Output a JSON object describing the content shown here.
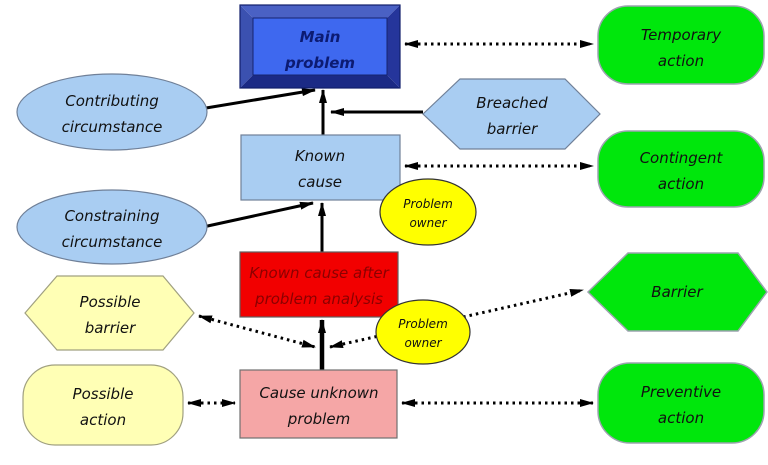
{
  "diagram": {
    "nodes": {
      "main_problem": {
        "line1": "Main",
        "line2": "problem"
      },
      "temporary_action": {
        "line1": "Temporary",
        "line2": "action"
      },
      "contributing_circumstance": {
        "line1": "Contributing",
        "line2": "circumstance"
      },
      "breached_barrier": {
        "line1": "Breached",
        "line2": "barrier"
      },
      "known_cause": {
        "line1": "Known",
        "line2": "cause"
      },
      "contingent_action": {
        "line1": "Contingent",
        "line2": "action"
      },
      "constraining_circumstance": {
        "line1": "Constraining",
        "line2": "circumstance"
      },
      "problem_owner_upper": {
        "line1": "Problem",
        "line2": "owner"
      },
      "known_cause_after": {
        "line1": "Known cause after",
        "line2": "problem analysis"
      },
      "possible_barrier": {
        "line1": "Possible",
        "line2": "barrier"
      },
      "problem_owner_lower": {
        "line1": "Problem",
        "line2": "owner"
      },
      "barrier": {
        "line1": "Barrier"
      },
      "possible_action": {
        "line1": "Possible",
        "line2": "action"
      },
      "cause_unknown_problem": {
        "line1": "Cause unknown",
        "line2": "problem"
      },
      "preventive_action": {
        "line1": "Preventive",
        "line2": "action"
      }
    },
    "colors": {
      "main_problem_fill": "#3e68ef",
      "main_problem_frame": "#2b3e9f",
      "light_blue": "#a9cdf2",
      "green": "#00e70c",
      "yellow": "#ffff00",
      "pale_yellow": "#ffffb5",
      "red": "#f20000",
      "red_text": "#8b0000",
      "salmon": "#f5a6a6",
      "navy_text": "#0c1b72",
      "arrow_black": "#000000"
    },
    "edges": [
      {
        "from": "known_cause",
        "to": "main_problem",
        "style": "solid-arrow"
      },
      {
        "from": "contributing_circumstance",
        "to": "main_problem",
        "style": "solid-arrow"
      },
      {
        "from": "breached_barrier",
        "to": "known_cause_to_main_problem_arrow",
        "style": "solid-arrow"
      },
      {
        "from": "known_cause_after",
        "to": "known_cause",
        "style": "solid-arrow"
      },
      {
        "from": "constraining_circumstance",
        "to": "known_cause",
        "style": "solid-arrow"
      },
      {
        "from": "cause_unknown_problem",
        "to": "known_cause_after",
        "style": "solid-arrow"
      },
      {
        "from": "main_problem",
        "to": "temporary_action",
        "style": "dotted-double-arrow"
      },
      {
        "from": "known_cause",
        "to": "contingent_action",
        "style": "dotted-double-arrow"
      },
      {
        "from": "possible_action",
        "to": "cause_unknown_problem",
        "style": "dotted-double-arrow"
      },
      {
        "from": "cause_unknown_problem",
        "to": "preventive_action",
        "style": "dotted-double-arrow"
      },
      {
        "from": "possible_barrier",
        "to": "cause_unknown_to_known_cause_after_arrow",
        "style": "dotted-double-arrow"
      },
      {
        "from": "cause_unknown_to_known_cause_after_arrow",
        "to": "barrier",
        "style": "dotted-double-arrow"
      }
    ]
  }
}
